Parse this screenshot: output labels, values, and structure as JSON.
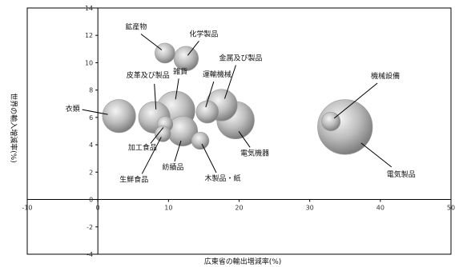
{
  "chart_data": {
    "type": "scatter",
    "title": "",
    "xlabel": "広東省の輸出増減率(%)",
    "ylabel": "世界の輸入増減率(%)",
    "xlim": [
      -10,
      50
    ],
    "ylim": [
      -4,
      14
    ],
    "x_ticks": [
      -10,
      0,
      10,
      20,
      30,
      40,
      50
    ],
    "y_ticks": [
      -4,
      -2,
      0,
      2,
      4,
      6,
      8,
      10,
      12,
      14
    ],
    "grid": false,
    "series": [
      {
        "points": [
          {
            "label": "鉱産物",
            "x": 9.5,
            "y": 10.7,
            "size": 0.8
          },
          {
            "label": "化学製品",
            "x": 12.5,
            "y": 10.3,
            "size": 1.2
          },
          {
            "label": "皮革及び製品",
            "x": 8.0,
            "y": 6.0,
            "size": 2.0
          },
          {
            "label": "雑貨",
            "x": 11.0,
            "y": 6.5,
            "size": 3.0
          },
          {
            "label": "運輸機械",
            "x": 15.5,
            "y": 6.4,
            "size": 1.0
          },
          {
            "label": "金属及び製品",
            "x": 17.5,
            "y": 6.9,
            "size": 2.0
          },
          {
            "label": "衣類",
            "x": 3.0,
            "y": 6.1,
            "size": 2.2
          },
          {
            "label": "加工食品",
            "x": 9.5,
            "y": 5.5,
            "size": 0.5
          },
          {
            "label": "生鮮食品",
            "x": 9.2,
            "y": 4.8,
            "size": 0.5
          },
          {
            "label": "紡績品",
            "x": 12.0,
            "y": 5.0,
            "size": 1.8
          },
          {
            "label": "木製品・紙",
            "x": 14.5,
            "y": 4.3,
            "size": 0.6
          },
          {
            "label": "電気機器",
            "x": 19.5,
            "y": 5.8,
            "size": 2.8
          },
          {
            "label": "機械設備",
            "x": 33.0,
            "y": 5.7,
            "size": 0.7
          },
          {
            "label": "電気製品",
            "x": 35.0,
            "y": 5.3,
            "size": 6.0
          }
        ]
      }
    ]
  }
}
